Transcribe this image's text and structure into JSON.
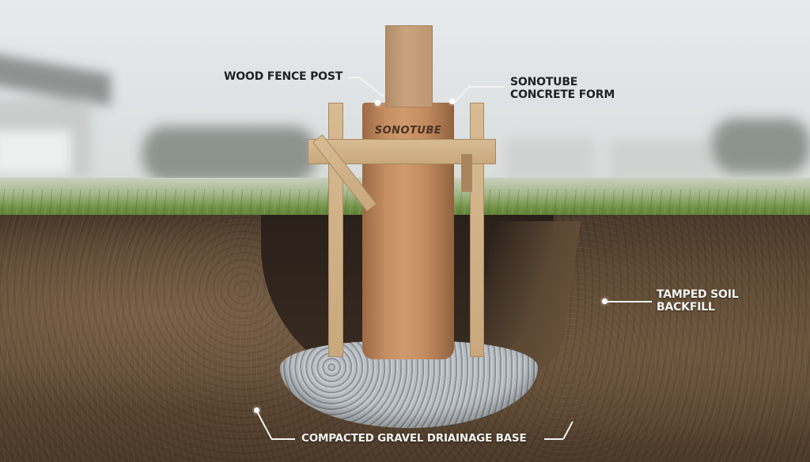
{
  "diagram": {
    "subject": "Fence post set in a concrete form",
    "tube_logo": "SONOTUBE",
    "labels": {
      "wood_fence_post": "WOOD FENCE POST",
      "sonotube_line1": "SONOTUBE",
      "sonotube_line2": "CONCRETE FORM",
      "backfill_line1": "TAMPED SOIL",
      "backfill_line2": "BACKFILL",
      "gravel_base": "COMPACTED GRAVEL DRIAINAGE BASE"
    },
    "colors": {
      "sky": "#e0e4e6",
      "grass": "#6f8f45",
      "soil": "#5a4632",
      "hole": "#2f241c",
      "gravel": "#a4aaae",
      "tube": "#c48d62",
      "wood": "#c9a87d",
      "label_dark": "#1f2326",
      "label_light": "#f3f3f0"
    }
  }
}
